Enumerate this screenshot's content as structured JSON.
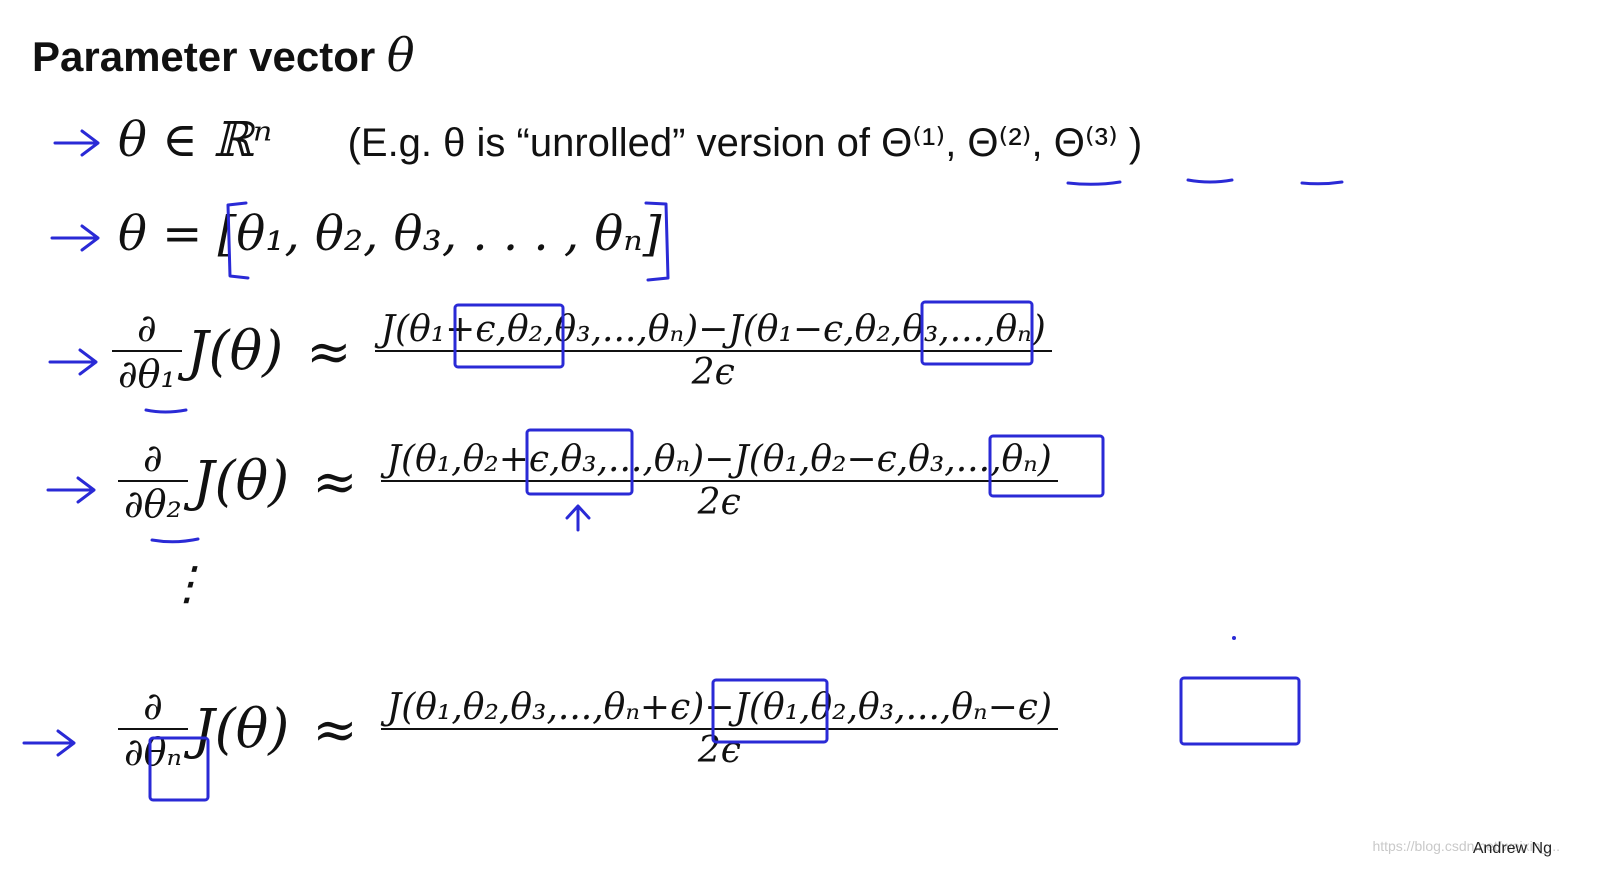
{
  "slide": {
    "title": "Parameter vector",
    "title_symbol": "θ",
    "author": "Andrew Ng",
    "watermark": "https://blog.csdn.net/weixin_..."
  },
  "lines": {
    "line1_math": "θ ∈ ℝⁿ",
    "line1_note": "(E.g.  θ  is “unrolled” version of  Θ⁽¹⁾, Θ⁽²⁾, Θ⁽³⁾ )",
    "line2_math": "θ = [θ₁, θ₂, θ₃, . . . , θₙ]",
    "d1_num": "∂",
    "d1_den": "∂θ₁",
    "d2_num": "∂",
    "d2_den": "∂θ₂",
    "dn_num": "∂",
    "dn_den": "∂θₙ",
    "lhs": "J(θ)",
    "approx": "≈",
    "f1_num": "J(θ₁+ϵ,θ₂,θ₃,...,θₙ)−J(θ₁−ϵ,θ₂,θ₃,...,θₙ)",
    "f2_num": "J(θ₁,θ₂+ϵ,θ₃,...,θₙ)−J(θ₁,θ₂−ϵ,θ₃,...,θₙ)",
    "fn_num": "J(θ₁,θ₂,θ₃,...,θₙ+ϵ)−J(θ₁,θ₂,θ₃,...,θₙ−ϵ)",
    "denominator": "2ϵ",
    "vdots": "⋮"
  },
  "colors": {
    "ink": "#2a2ad6",
    "text": "#111111"
  }
}
